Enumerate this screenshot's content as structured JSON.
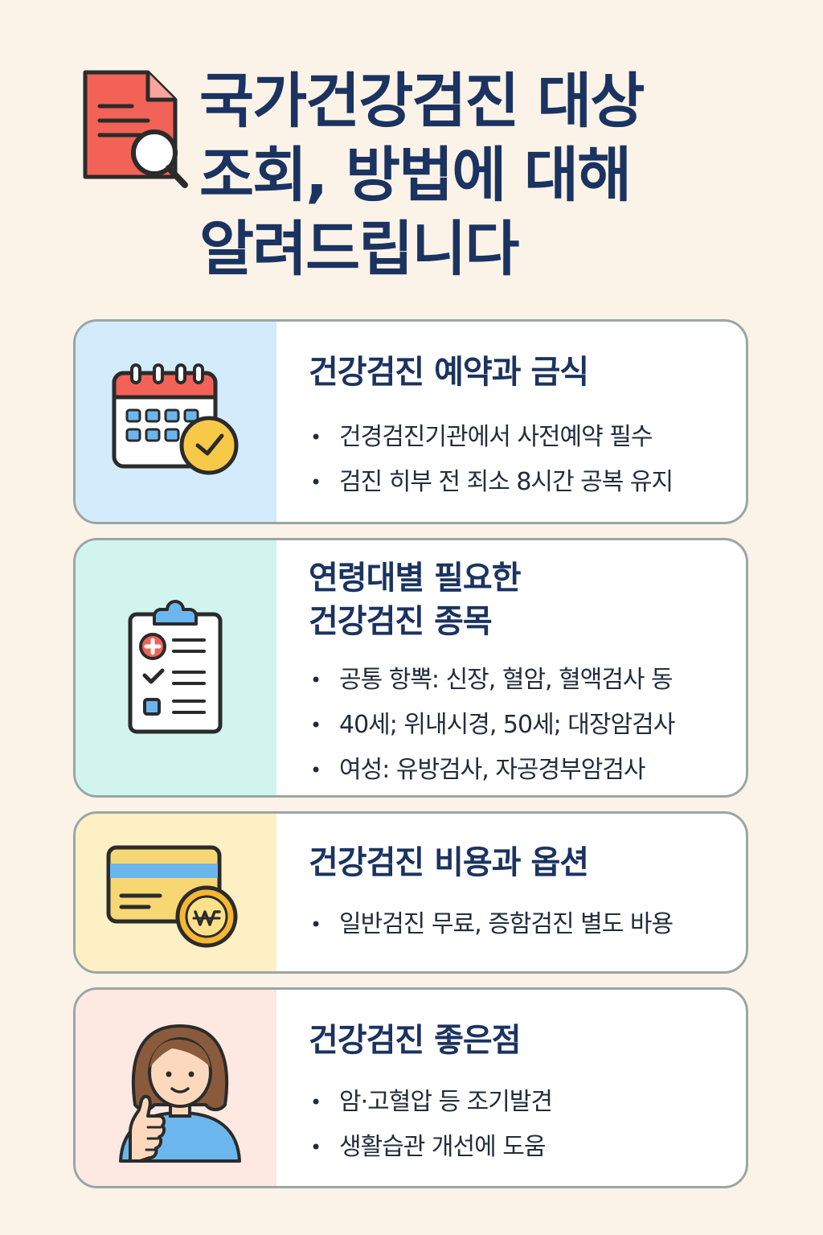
{
  "header": {
    "title_lines": [
      "국가건강검진 대상",
      "조회, 방법에 대해",
      "알려드립니다"
    ],
    "icon": "document-search-icon"
  },
  "cards": [
    {
      "icon": "calendar-clock-icon",
      "panel_color": "#d3ebfb",
      "title_lines": [
        "건강검진 예약과 금식"
      ],
      "bullets": [
        "건경검진기관에서 사전예약 필수",
        "검진 히부 전 죄소 8시간 공복 유지"
      ]
    },
    {
      "icon": "clipboard-checklist-icon",
      "panel_color": "#d1f5ee",
      "title_lines": [
        "연령대별 필요한",
        "건강검진 종목"
      ],
      "bullets": [
        "공통 항뽁: 신장, 혈암, 혈액검사 동",
        "40세; 위내시경, 50세; 대장암검사",
        "여성: 유방검사, 자공경부암검사"
      ]
    },
    {
      "icon": "credit-card-coin-icon",
      "panel_color": "#fcf0c4",
      "title_lines": [
        "건강검진 비용과 옵션"
      ],
      "bullets": [
        "일반검진 무료, 증함검진 별도 바용"
      ]
    },
    {
      "icon": "woman-thumbs-up-icon",
      "panel_color": "#fde9e2",
      "title_lines": [
        "건강검진 좋은점"
      ],
      "bullets": [
        "암·고혈압 등 조기발견",
        "생활습관 개선에 도움"
      ]
    }
  ],
  "colors": {
    "background": "#fbf3e8",
    "title": "#1b3360",
    "card_border": "#9aa6a5",
    "accent_red": "#f26257",
    "accent_yellow": "#f7c948",
    "accent_blue": "#6cb6ee"
  }
}
